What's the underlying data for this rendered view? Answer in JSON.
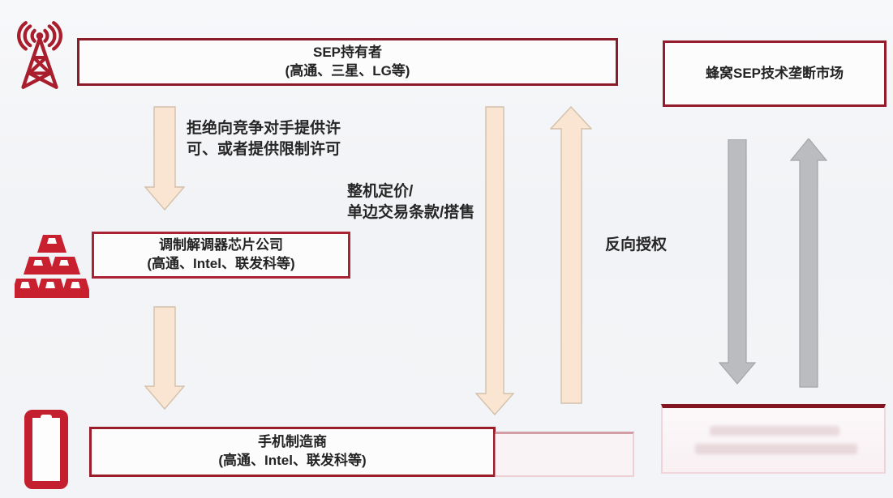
{
  "diagram": {
    "title_hint": "SEP licensing monopoly flow diagram",
    "colors": {
      "background": "#f3f4f7",
      "box_border_dark_red": "#8c1b29",
      "box_border_bright_red": "#a92332",
      "icon_red": "#c22030",
      "arrow_peach_fill": "#f9e5d1",
      "arrow_peach_stroke": "#d3c0ab",
      "arrow_gray_fill": "#babcc0",
      "arrow_gray_stroke": "#a3a5a9",
      "text": "#262626"
    },
    "nodes": {
      "sep_holder": {
        "title": "SEP持有者",
        "subtitle": "(高通、三星、LG等)"
      },
      "modem_chip": {
        "title": "调制解调器芯片公司",
        "subtitle": "(高通、Intel、联发科等)"
      },
      "phone_maker": {
        "title": "手机制造商",
        "subtitle": "(高通、Intel、联发科等)"
      },
      "monopoly_market": {
        "title": "蜂窝SEP技术垄断市场"
      }
    },
    "labels": {
      "refuse_license": "拒绝向竞争对手提供许\n可、或者提供限制许可",
      "whole_device_pricing": "整机定价/\n单边交易条款/搭售",
      "reverse_license": "反向授权"
    },
    "icons": [
      {
        "name": "radio-tower-icon",
        "meaning": "cellular base station / SEP technology"
      },
      {
        "name": "chip-stack-icon",
        "meaning": "modem chip supply"
      },
      {
        "name": "phone-icon",
        "meaning": "handset manufacturer"
      }
    ],
    "arrows": [
      {
        "name": "sep-to-modem-arrow",
        "direction": "down",
        "color": "peach"
      },
      {
        "name": "modem-to-phone-arrow",
        "direction": "down",
        "color": "peach"
      },
      {
        "name": "sep-to-phone-arrow",
        "direction": "down",
        "color": "peach"
      },
      {
        "name": "phone-to-sep-arrow",
        "direction": "up",
        "color": "peach"
      },
      {
        "name": "market-down-arrow",
        "direction": "down",
        "color": "gray"
      },
      {
        "name": "market-up-arrow",
        "direction": "up",
        "color": "gray"
      }
    ]
  }
}
